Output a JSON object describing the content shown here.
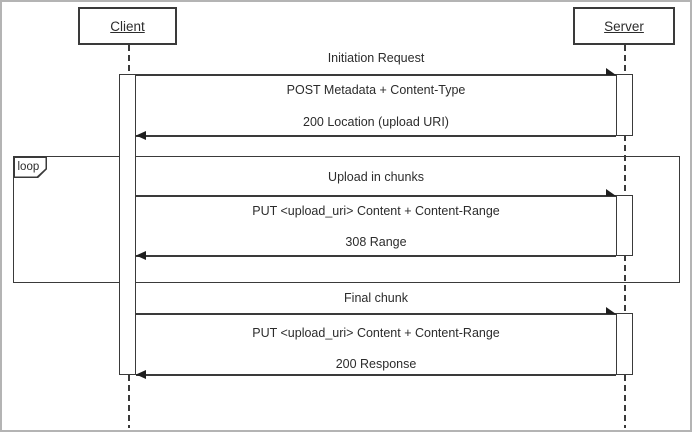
{
  "window": {
    "background": "#ffffff",
    "frame_border_color": "#b4b4b4",
    "line_color": "#3a3a3a",
    "text_color": "#2c2c2c"
  },
  "participants": {
    "client": {
      "label": "Client"
    },
    "server": {
      "label": "Server"
    }
  },
  "fragment": {
    "operator": "loop"
  },
  "sections": {
    "initiation": {
      "title": "Initiation Request",
      "request": "POST Metadata + Content-Type",
      "response": "200 Location (upload URI)"
    },
    "loop": {
      "title": "Upload in chunks",
      "request": "PUT <upload_uri> Content + Content-Range",
      "response": "308 Range"
    },
    "final": {
      "title": "Final chunk",
      "request": "PUT <upload_uri> Content + Content-Range",
      "response": "200 Response"
    }
  }
}
